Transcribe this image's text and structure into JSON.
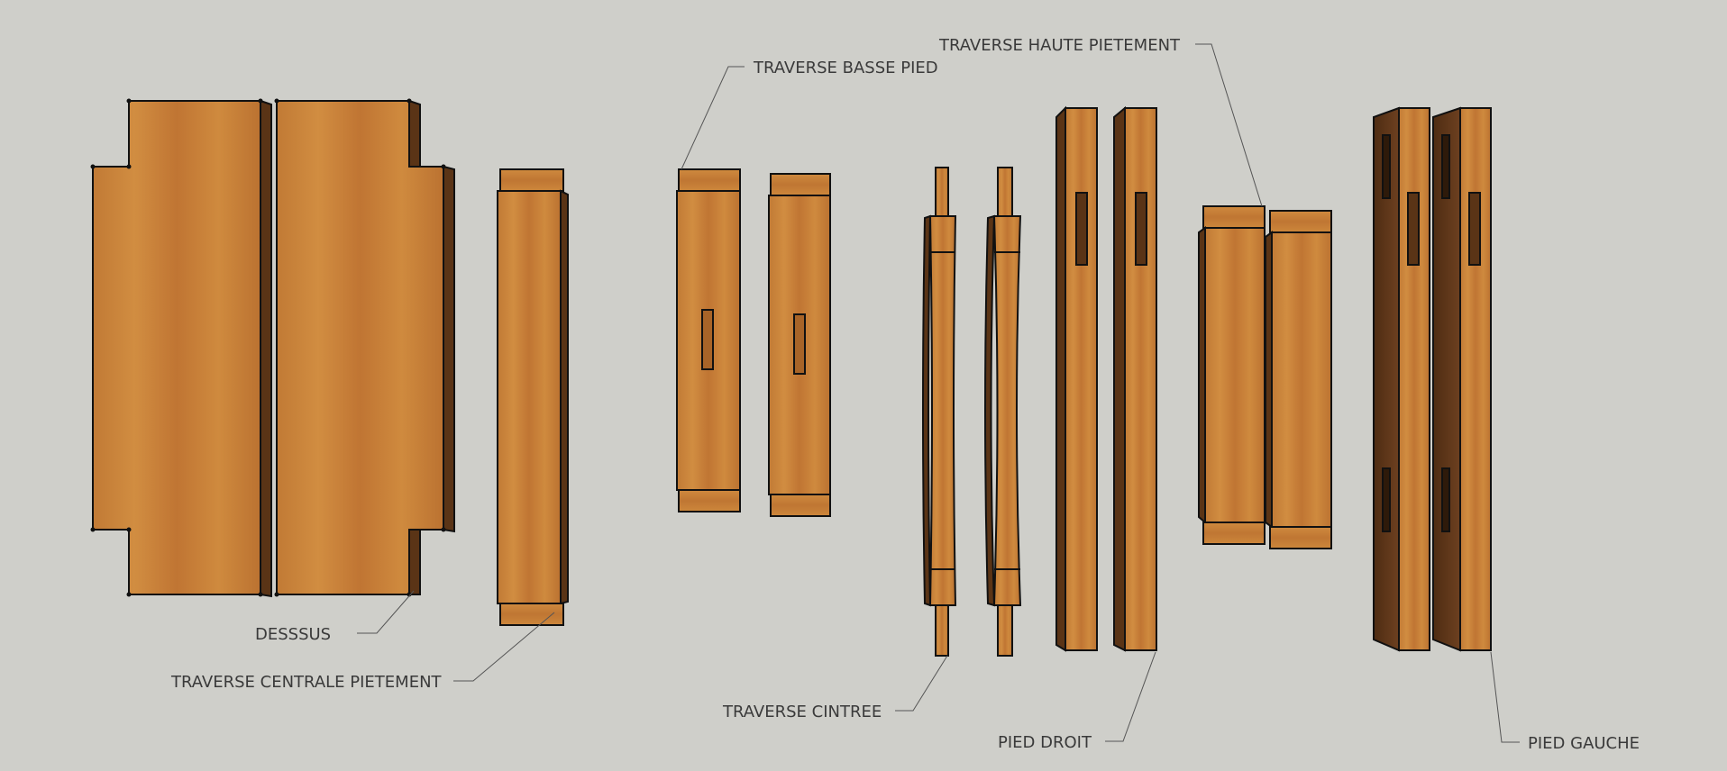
{
  "title": "",
  "colors": {
    "background": "#cfcfca",
    "wood_light": "#cf8a3c",
    "wood_mid": "#bd7430",
    "wood_dark": "#5a3416",
    "wood_side": "#6d4020",
    "outline": "#111111",
    "label": "#3a3a3a"
  },
  "labels": {
    "desssus": "DESSSUS",
    "traverse_centrale": "TRAVERSE CENTRALE PIETEMENT",
    "traverse_basse": "TRAVERSE BASSE PIED",
    "traverse_cintree": "TRAVERSE CINTREE",
    "traverse_haute": "TRAVERSE HAUTE PIETEMENT",
    "pied_droit": "PIED DROIT",
    "pied_gauche": "PIED GAUCHE"
  }
}
